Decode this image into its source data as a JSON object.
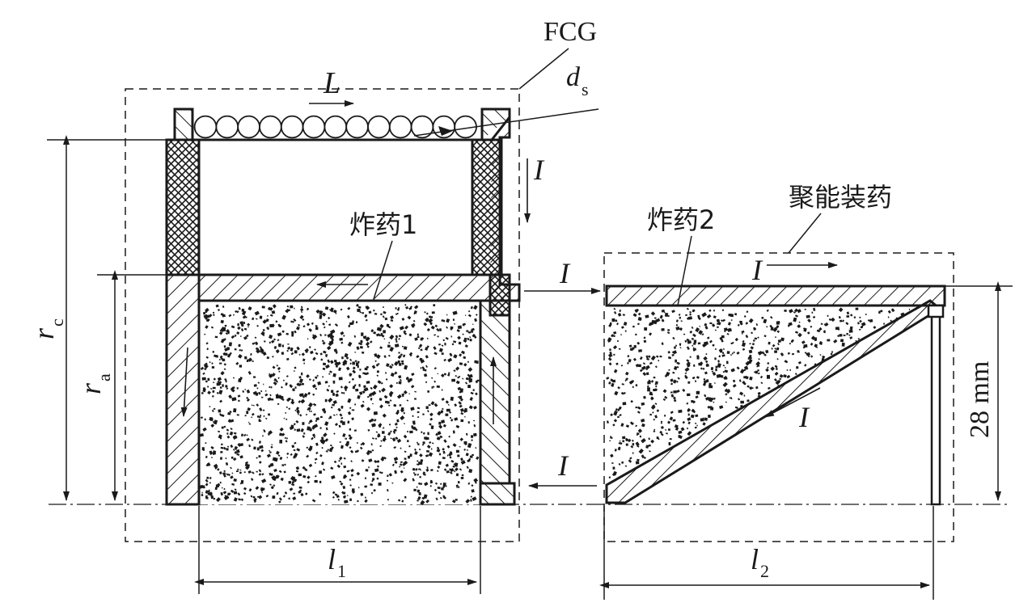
{
  "labels": {
    "fcg": "FCG",
    "shaped_charge": "聚能装药",
    "explosive1": "炸药1",
    "explosive2": "炸药2",
    "current": "I",
    "coil_current": "L",
    "wire_d": "d",
    "wire_sub": "s",
    "r_c": "r",
    "r_c_sub": "c",
    "r_a": "r",
    "r_a_sub": "a",
    "l1": "l",
    "l1_sub": "1",
    "l2": "l",
    "l2_sub": "2",
    "dim_28": "28 mm"
  },
  "colors": {
    "stroke": "#1a1a1a",
    "background": "#ffffff"
  }
}
